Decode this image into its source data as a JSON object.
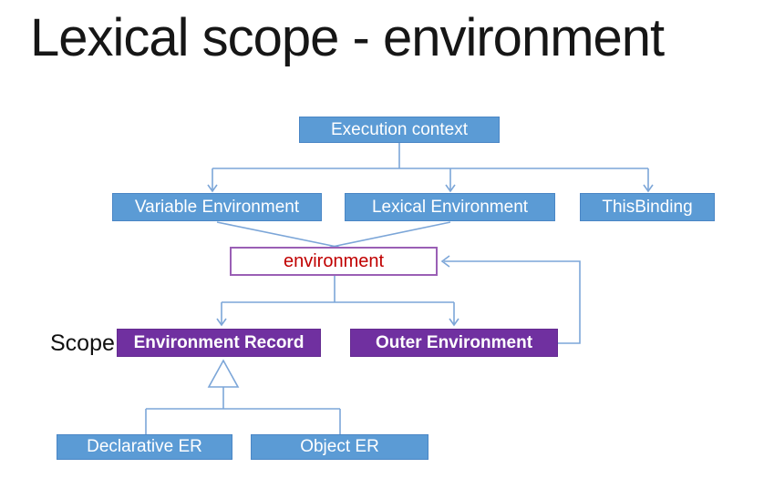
{
  "slide": {
    "title": "Lexical scope - environment"
  },
  "nodes": {
    "execution_context": {
      "label": "Execution context"
    },
    "variable_environment": {
      "label": "Variable Environment"
    },
    "lexical_environment": {
      "label": "Lexical Environment"
    },
    "this_binding": {
      "label": "ThisBinding"
    },
    "environment": {
      "label": "environment"
    },
    "scope": {
      "label": "Scope"
    },
    "environment_record": {
      "label": "Environment Record"
    },
    "outer_environment": {
      "label": "Outer Environment"
    },
    "declarative_er": {
      "label": "Declarative ER"
    },
    "object_er": {
      "label": "Object ER"
    }
  },
  "edges": [
    {
      "from": "execution_context",
      "to": "variable_environment",
      "style": "arrow"
    },
    {
      "from": "execution_context",
      "to": "lexical_environment",
      "style": "arrow"
    },
    {
      "from": "execution_context",
      "to": "this_binding",
      "style": "arrow"
    },
    {
      "from": "variable_environment",
      "to": "environment",
      "style": "line"
    },
    {
      "from": "lexical_environment",
      "to": "environment",
      "style": "line"
    },
    {
      "from": "environment",
      "to": "environment_record",
      "style": "arrow"
    },
    {
      "from": "environment",
      "to": "outer_environment",
      "style": "arrow"
    },
    {
      "from": "outer_environment",
      "to": "environment",
      "style": "arrow-elbow-loop"
    },
    {
      "from": "declarative_er",
      "to": "environment_record",
      "style": "inheritance-triangle"
    },
    {
      "from": "object_er",
      "to": "environment_record",
      "style": "inheritance-triangle"
    }
  ],
  "colors": {
    "box_blue_fill": "#5b9bd5",
    "box_blue_border": "#4a86c5",
    "box_purple_fill": "#7030a0",
    "environment_border": "#9a5fb5",
    "environment_text": "#c00000",
    "connector_line": "#7ca6d8",
    "box_text": "#ffffff",
    "title_text": "#161616",
    "background": "#ffffff"
  }
}
